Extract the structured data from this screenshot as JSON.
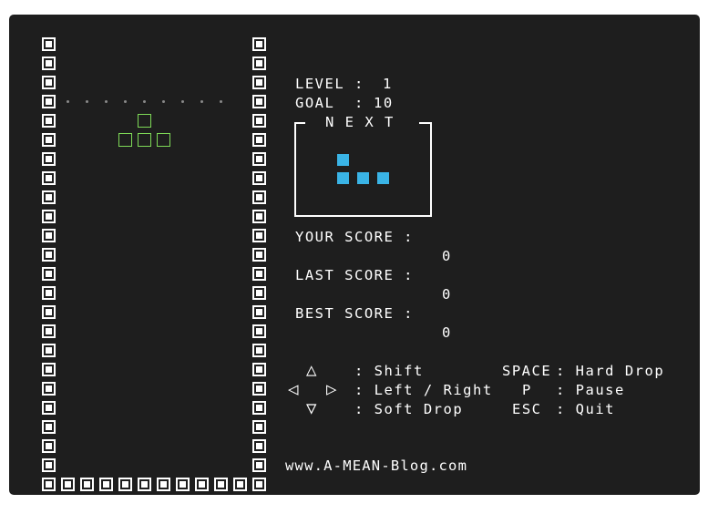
{
  "board": {
    "cols": 12,
    "rows": 24,
    "active_piece_cells": [
      [
        5,
        3
      ],
      [
        4,
        4
      ],
      [
        5,
        4
      ],
      [
        6,
        4
      ]
    ],
    "top_line_dots": 9
  },
  "status": {
    "level_label": "LEVEL :",
    "level_value": "1",
    "goal_label": "GOAL  :",
    "goal_value": "10"
  },
  "next": {
    "title": "N E X T",
    "piece_cells": [
      [
        0,
        0
      ],
      [
        0,
        1
      ],
      [
        1,
        1
      ],
      [
        2,
        1
      ]
    ]
  },
  "scores": {
    "your_label": "YOUR SCORE :",
    "your_value": "0",
    "last_label": "LAST SCORE :",
    "last_value": "0",
    "best_label": "BEST SCORE :",
    "best_value": "0"
  },
  "controls": {
    "up_icon": "up-triangle",
    "left_icon": "left-triangle",
    "right_icon": "right-triangle",
    "down_icon": "down-triangle",
    "shift": ": Shift",
    "left_right": ": Left / Right",
    "soft_drop": ": Soft Drop",
    "space_key": "SPACE",
    "hard_drop": ": Hard Drop",
    "p_key": "P",
    "pause": ": Pause",
    "esc_key": "ESC",
    "quit": ": Quit"
  },
  "footer": {
    "url": "www.A-MEAN-Blog.com"
  },
  "colors": {
    "background": "#1e1e1e",
    "wall": "#ffffff",
    "ghost_piece": "#7ed957",
    "next_piece": "#3ab4e6"
  }
}
